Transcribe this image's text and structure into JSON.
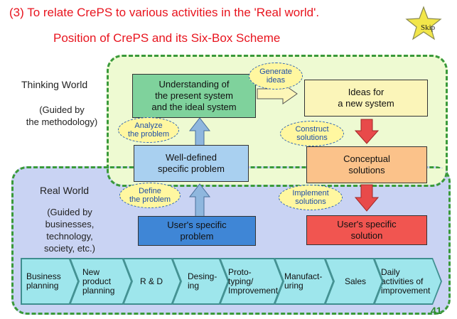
{
  "header": {
    "line1": "(3)  To relate CrePS to various activities in the 'Real world'.",
    "line2": "Position of CrePS and its Six-Box Scheme",
    "skip_label": "Skip"
  },
  "thinking_world": {
    "title": "Thinking World",
    "subtitle": "(Guided by\nthe methodology)"
  },
  "real_world": {
    "title": "Real World",
    "subtitle": "(Guided by\nbusinesses,\ntechnology,\nsociety, etc.)"
  },
  "boxes": {
    "understanding": "Understanding of\nthe present system\nand the ideal system",
    "ideas": "Ideas for\na new system",
    "well_defined": "Well-defined\nspecific problem",
    "conceptual": "Conceptual\nsolutions",
    "users_problem": "User's specific\nproblem",
    "users_solution": "User's specific\nsolution"
  },
  "ovals": {
    "generate": "Generate\nideas",
    "analyze": "Analyze\nthe problem",
    "construct": "Construct\nsolutions",
    "define": "Define\nthe problem",
    "implement": "Implement\nsolutions"
  },
  "activities": [
    "Business\nplanning",
    "New\nproduct\nplanning",
    "R & D",
    "Desing-\ning",
    "Proto-\ntyping/\nImprovement",
    "Manufact-\nuring",
    "Sales",
    "Daily\nactivities of\nimprovement"
  ],
  "page_number": "41",
  "colors": {
    "title_red": "#e8141e",
    "zone_border": "#3a9a3a",
    "thinking_bg": "#eefad2",
    "real_bg": "#c9d3f3",
    "box_green": "#7fd29c",
    "box_yellow": "#fbf5b9",
    "box_lightblue": "#a9d0f0",
    "box_orange": "#fbc28a",
    "box_blue": "#3f86d6",
    "box_red": "#f15550",
    "oval_fill": "#fff7a0",
    "arrow_blue": "#8fb7de",
    "arrow_red": "#e84a4a",
    "chevron": "#9ee6ec",
    "page_number": "#2a8a2a"
  },
  "icons": {
    "skip": "star-icon"
  }
}
